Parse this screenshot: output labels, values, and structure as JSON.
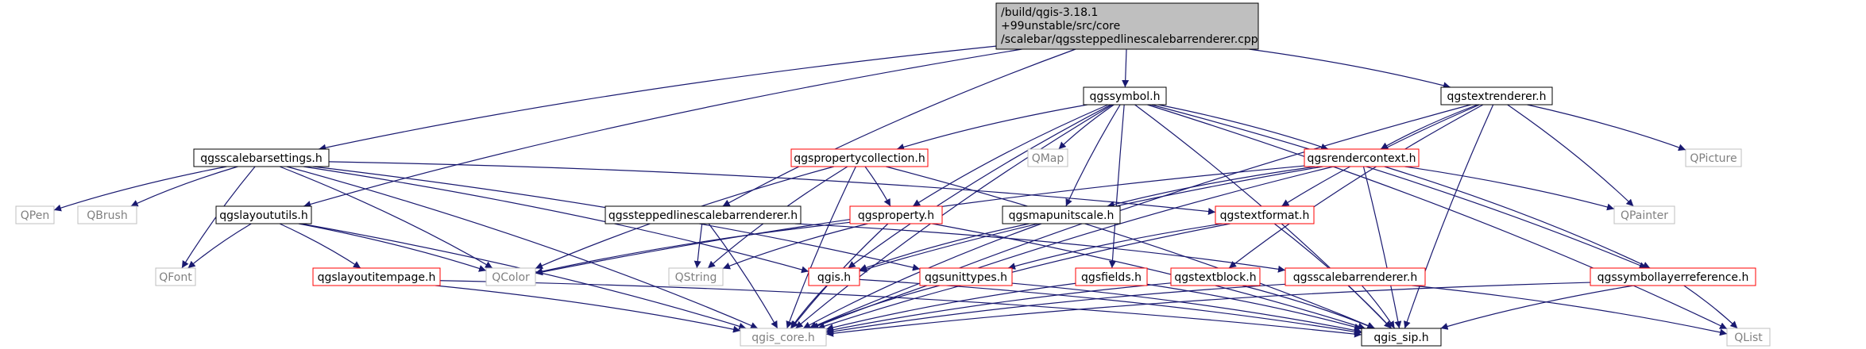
{
  "colors": {
    "edge": "#191970",
    "root_fill": "#bfbfbf",
    "node_border": "#000000",
    "documented_border": "#ff0000",
    "external_border": "#bfbfbf",
    "external_text": "#808080",
    "text": "#000000"
  },
  "nodes": [
    {
      "id": "root",
      "label_lines": [
        "/build/qgis-3.18.1",
        "+99unstable/src/core",
        "/scalebar/qgssteppedlinescalebarrenderer.cpp"
      ],
      "kind": "root"
    },
    {
      "id": "qgssymbol",
      "label": "qgssymbol.h",
      "kind": "file"
    },
    {
      "id": "qgstextrenderer",
      "label": "qgstextrenderer.h",
      "kind": "file"
    },
    {
      "id": "qgsscalebarsettings",
      "label": "qgsscalebarsettings.h",
      "kind": "file"
    },
    {
      "id": "qgspropertycollection",
      "label": "qgspropertycollection.h",
      "kind": "documented"
    },
    {
      "id": "qmap",
      "label": "QMap",
      "kind": "external"
    },
    {
      "id": "qgsrendercontext",
      "label": "qgsrendercontext.h",
      "kind": "documented"
    },
    {
      "id": "qpicture",
      "label": "QPicture",
      "kind": "external"
    },
    {
      "id": "qpen",
      "label": "QPen",
      "kind": "external"
    },
    {
      "id": "qbrush",
      "label": "QBrush",
      "kind": "external"
    },
    {
      "id": "qgslayoututils",
      "label": "qgslayoututils.h",
      "kind": "file"
    },
    {
      "id": "qgssteppedlinescalebarrenderer",
      "label": "qgssteppedlinescalebarrenderer.h",
      "kind": "file"
    },
    {
      "id": "qgsproperty",
      "label": "qgsproperty.h",
      "kind": "documented"
    },
    {
      "id": "qgsmapunitscale",
      "label": "qgsmapunitscale.h",
      "kind": "file"
    },
    {
      "id": "qgstextformat",
      "label": "qgstextformat.h",
      "kind": "documented"
    },
    {
      "id": "qpainter",
      "label": "QPainter",
      "kind": "external"
    },
    {
      "id": "qfont",
      "label": "QFont",
      "kind": "external"
    },
    {
      "id": "qcolor",
      "label": "QColor",
      "kind": "external"
    },
    {
      "id": "qstring",
      "label": "QString",
      "kind": "external"
    },
    {
      "id": "qgslayoutitempage",
      "label": "qgslayoutitempage.h",
      "kind": "documented"
    },
    {
      "id": "qgis",
      "label": "qgis.h",
      "kind": "documented"
    },
    {
      "id": "qgsunittypes",
      "label": "qgsunittypes.h",
      "kind": "documented"
    },
    {
      "id": "qgsfields",
      "label": "qgsfields.h",
      "kind": "documented"
    },
    {
      "id": "qgstextblock",
      "label": "qgstextblock.h",
      "kind": "documented"
    },
    {
      "id": "qgsscalebarrenderer",
      "label": "qgsscalebarrenderer.h",
      "kind": "documented"
    },
    {
      "id": "qgssymbollayerreference",
      "label": "qgssymbollayerreference.h",
      "kind": "documented"
    },
    {
      "id": "qgis_core",
      "label": "qgis_core.h",
      "kind": "external"
    },
    {
      "id": "qgis_sip",
      "label": "qgis_sip.h",
      "kind": "file"
    },
    {
      "id": "qlist",
      "label": "QList",
      "kind": "external"
    }
  ],
  "edges": [
    [
      "root",
      "qgssymbol"
    ],
    [
      "root",
      "qgstextrenderer"
    ],
    [
      "root",
      "qgsscalebarsettings"
    ],
    [
      "root",
      "qgslayoututils"
    ],
    [
      "root",
      "qgssteppedlinescalebarrenderer"
    ],
    [
      "qgssymbol",
      "qgspropertycollection"
    ],
    [
      "qgssymbol",
      "qmap"
    ],
    [
      "qgssymbol",
      "qgsrendercontext"
    ],
    [
      "qgssymbol",
      "qgsproperty"
    ],
    [
      "qgssymbol",
      "qgsmapunitscale"
    ],
    [
      "qgssymbol",
      "qgis"
    ],
    [
      "qgssymbol",
      "qgsfields"
    ],
    [
      "qgssymbol",
      "qgis_core"
    ],
    [
      "qgssymbol",
      "qgis_sip"
    ],
    [
      "qgssymbol",
      "qgssymbollayerreference"
    ],
    [
      "qgssymbol",
      "qlist"
    ],
    [
      "qgstextrenderer",
      "qgsrendercontext"
    ],
    [
      "qgstextrenderer",
      "qpicture"
    ],
    [
      "qgstextrenderer",
      "qgstextformat"
    ],
    [
      "qgstextrenderer",
      "qgstextblock"
    ],
    [
      "qgstextrenderer",
      "qgis_sip"
    ],
    [
      "qgstextrenderer",
      "qpainter"
    ],
    [
      "qgstextrenderer",
      "qgis_core"
    ],
    [
      "qgsscalebarsettings",
      "qpen"
    ],
    [
      "qgsscalebarsettings",
      "qbrush"
    ],
    [
      "qgsscalebarsettings",
      "qfont"
    ],
    [
      "qgsscalebarsettings",
      "qcolor"
    ],
    [
      "qgsscalebarsettings",
      "qgstextformat"
    ],
    [
      "qgsscalebarsettings",
      "qgis"
    ],
    [
      "qgsscalebarsettings",
      "qgsunittypes"
    ],
    [
      "qgsscalebarsettings",
      "qgis_core"
    ],
    [
      "qgspropertycollection",
      "qgsproperty"
    ],
    [
      "qgspropertycollection",
      "qcolor"
    ],
    [
      "qgspropertycollection",
      "qstring"
    ],
    [
      "qgspropertycollection",
      "qgis_core"
    ],
    [
      "qgspropertycollection",
      "qgis_sip"
    ],
    [
      "qgsrendercontext",
      "qcolor"
    ],
    [
      "qgsrendercontext",
      "qgsmapunitscale"
    ],
    [
      "qgsrendercontext",
      "qpainter"
    ],
    [
      "qgsrendercontext",
      "qgis"
    ],
    [
      "qgsrendercontext",
      "qgssymbollayerreference"
    ],
    [
      "qgsrendercontext",
      "qgis_core"
    ],
    [
      "qgsrendercontext",
      "qgis_sip"
    ],
    [
      "qgslayoututils",
      "qfont"
    ],
    [
      "qgslayoututils",
      "qcolor"
    ],
    [
      "qgslayoututils",
      "qgslayoutitempage"
    ],
    [
      "qgslayoututils",
      "qgis_core"
    ],
    [
      "qgssteppedlinescalebarrenderer",
      "qstring"
    ],
    [
      "qgssteppedlinescalebarrenderer",
      "qgsscalebarrenderer"
    ],
    [
      "qgssteppedlinescalebarrenderer",
      "qgis_core"
    ],
    [
      "qgsproperty",
      "qcolor"
    ],
    [
      "qgsproperty",
      "qstring"
    ],
    [
      "qgsproperty",
      "qgis_sip"
    ],
    [
      "qgsproperty",
      "qgis_core"
    ],
    [
      "qgsmapunitscale",
      "qgis_core"
    ],
    [
      "qgsmapunitscale",
      "qgis"
    ],
    [
      "qgstextformat",
      "qgsunittypes"
    ],
    [
      "qgstextformat",
      "qgis_core"
    ],
    [
      "qgstextformat",
      "qgis_sip"
    ],
    [
      "qgslayoutitempage",
      "qgis_core"
    ],
    [
      "qgslayoutitempage",
      "qgis_sip"
    ],
    [
      "qgis",
      "qgis_core"
    ],
    [
      "qgis",
      "qgis_sip"
    ],
    [
      "qgsunittypes",
      "qgis_core"
    ],
    [
      "qgsunittypes",
      "qgis_sip"
    ],
    [
      "qgsfields",
      "qgis_core"
    ],
    [
      "qgsfields",
      "qgis_sip"
    ],
    [
      "qgstextblock",
      "qgis_core"
    ],
    [
      "qgstextblock",
      "qgis_sip"
    ],
    [
      "qgsscalebarrenderer",
      "qgis_core"
    ],
    [
      "qgsscalebarrenderer",
      "qgis_sip"
    ],
    [
      "qgsscalebarrenderer",
      "qlist"
    ],
    [
      "qgssymbollayerreference",
      "qgis_core"
    ],
    [
      "qgssymbollayerreference",
      "qgis_sip"
    ],
    [
      "qgssymbollayerreference",
      "qlist"
    ]
  ]
}
